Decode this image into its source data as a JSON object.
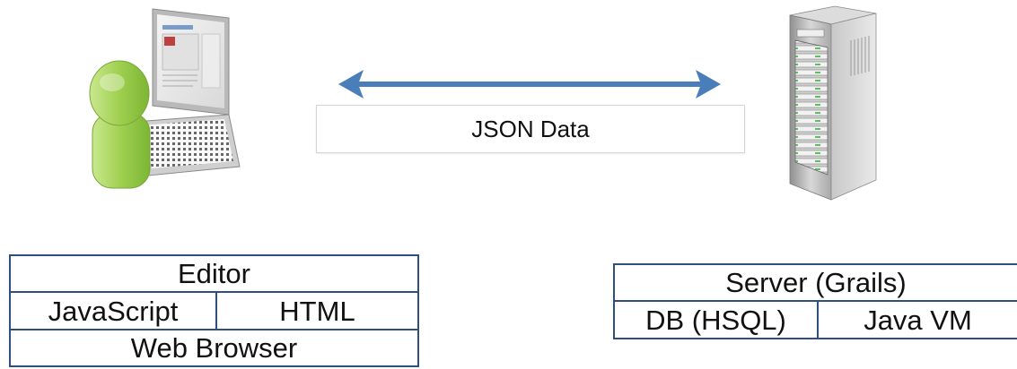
{
  "connection": {
    "label": "JSON Data",
    "arrow_color": "#4a7ebb"
  },
  "client_stack": {
    "top": "Editor",
    "middle_left": "JavaScript",
    "middle_right": "HTML",
    "bottom": "Web Browser"
  },
  "server_stack": {
    "top": "Server (Grails)",
    "bottom_left": "DB (HSQL)",
    "bottom_right": "Java VM"
  },
  "colors": {
    "stack_border": "#2f4f7f",
    "user_green": "#a6d35a"
  }
}
